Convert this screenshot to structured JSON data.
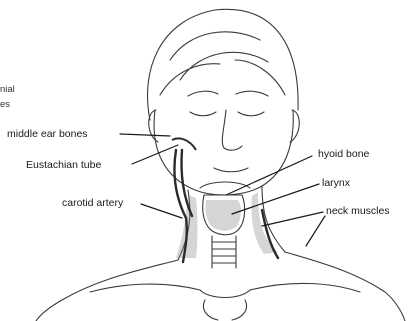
{
  "labels": {
    "cranial_fragment_1": "nial",
    "cranial_fragment_2": "es",
    "middle_ear_bones": "middle ear bones",
    "eustachian_tube": "Eustachian tube",
    "carotid_artery": "carotid artery",
    "hyoid_bone": "hyoid bone",
    "larynx": "larynx",
    "neck_muscles": "neck muscles"
  },
  "colors": {
    "pencil": "#3a3a3a",
    "shading": "#8a8a8a",
    "vessel": "#2b2b2b"
  }
}
